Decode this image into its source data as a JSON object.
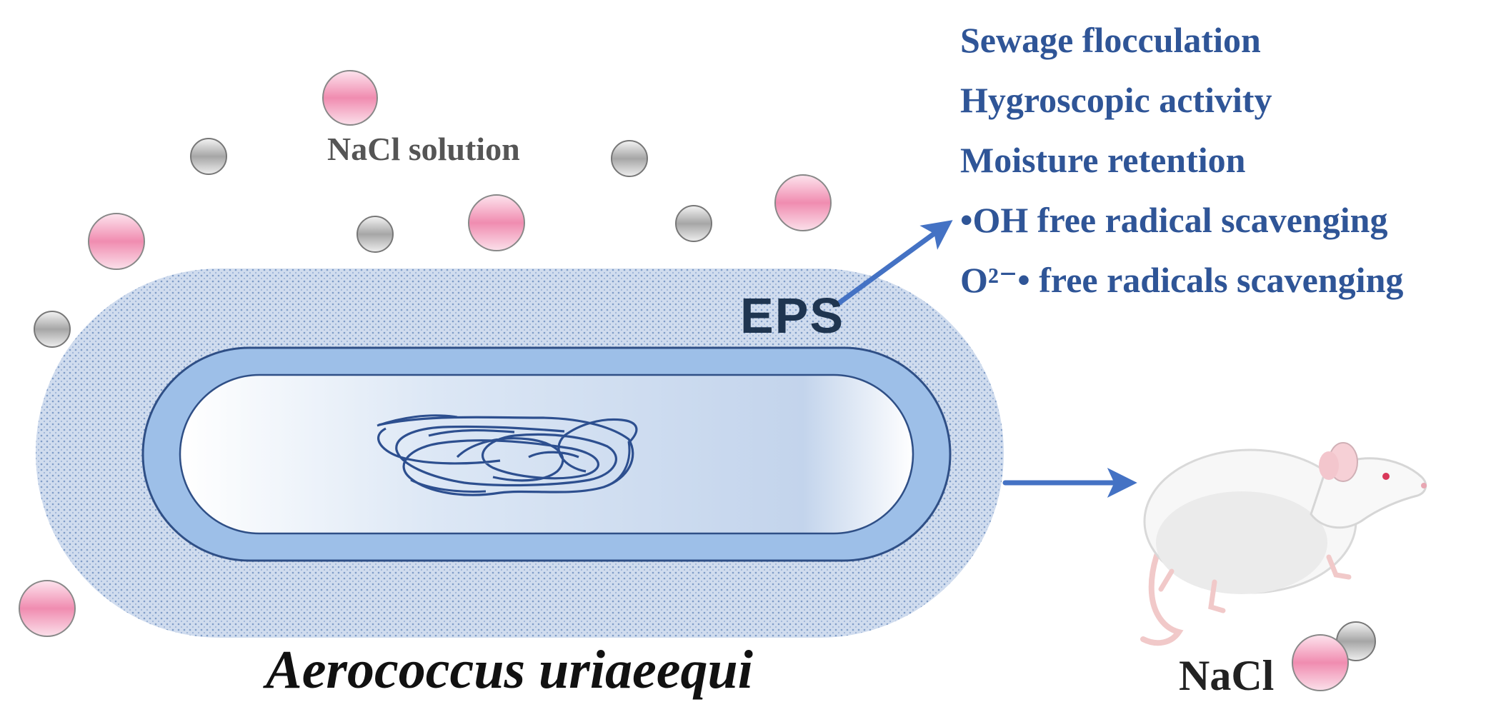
{
  "labels": {
    "solution": "NaCl solution",
    "eps": "EPS",
    "species": "Aerococcus uriaeequi",
    "nacl": "NaCl"
  },
  "eps_properties": [
    "Sewage flocculation",
    "Hygroscopic activity",
    "Moisture retention",
    "•OH free radical scavenging",
    "O²⁻• free radicals scavenging"
  ],
  "colors": {
    "text_blue": "#2f5597",
    "arrow_blue": "#4472c4",
    "capsule_fill": "#c6d5ea",
    "capsule_dot": "#8aa6cc",
    "cell_wall": "#8eb4e3",
    "cell_outline": "#2f4f86",
    "pink_ion": "#f4a6c0",
    "grey_ion": "#b0b0b0"
  },
  "icons": {
    "animal": "white-rat",
    "ion_large": "sodium-ion-sphere",
    "ion_small": "chloride-ion-sphere"
  }
}
